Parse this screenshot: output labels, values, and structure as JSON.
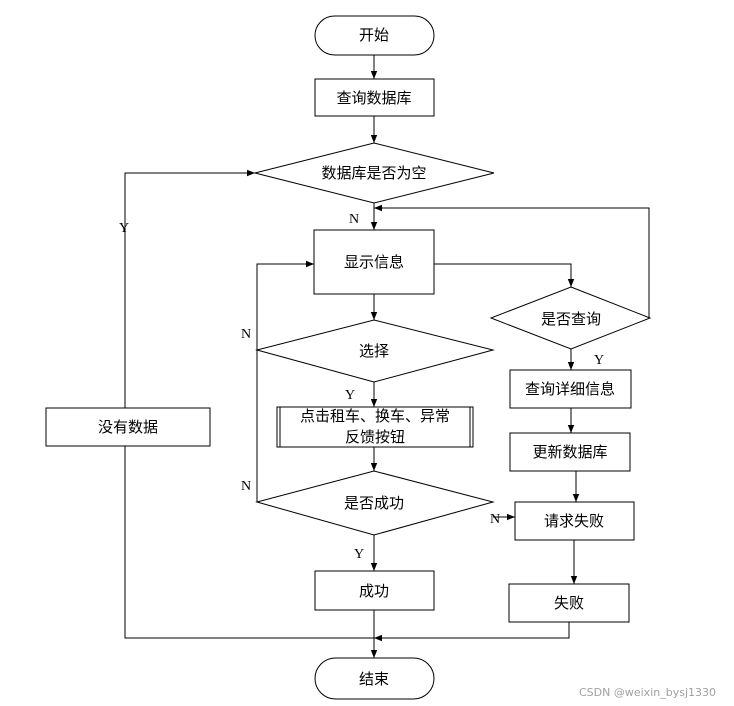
{
  "nodes": {
    "start": "开始",
    "query_db": "查询数据库",
    "db_empty": "数据库是否为空",
    "show_info": "显示信息",
    "select": "选择",
    "click_buttons_line1": "点击租车、换车、异常",
    "click_buttons_line2": "反馈按钮",
    "is_success": "是否成功",
    "success": "成功",
    "no_data": "没有数据",
    "is_query": "是否查询",
    "query_detail": "查询详细信息",
    "update_db": "更新数据库",
    "request_fail": "请求失败",
    "fail": "失败",
    "end": "结束"
  },
  "edge_labels": {
    "db_empty_yes": "Y",
    "db_empty_no": "N",
    "select_no": "N",
    "select_yes": "Y",
    "success_no_left": "N",
    "success_no_right": "N",
    "success_yes": "Y",
    "query_yes": "Y"
  },
  "watermark": "CSDN @weixin_bysj1330"
}
